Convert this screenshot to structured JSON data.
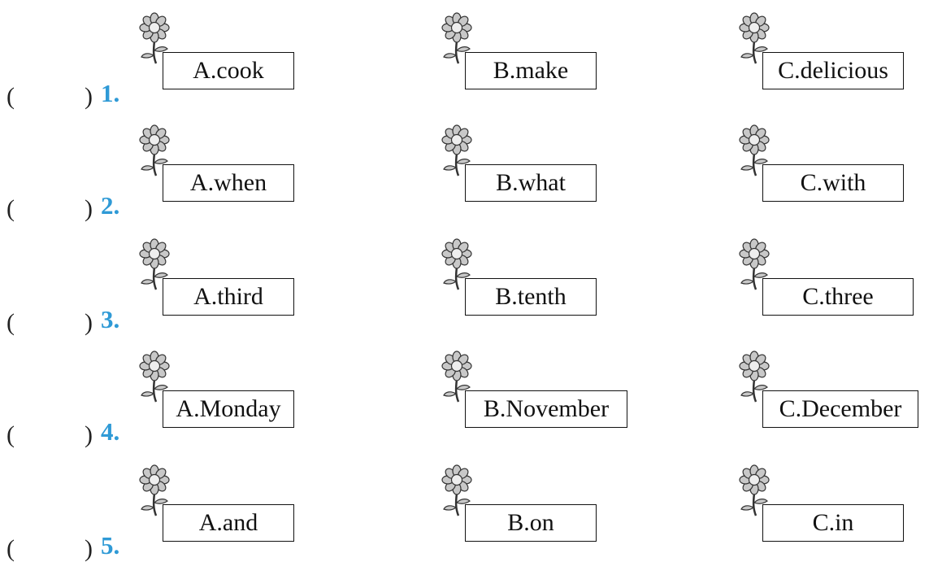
{
  "colors": {
    "number_blue": "#2f9ad6",
    "text": "#111111",
    "flower_fill": "#c8c8c8",
    "flower_stroke": "#333333"
  },
  "questions": [
    {
      "number": "1.",
      "paren_open": "(",
      "paren_close": ")",
      "options": [
        "A.cook",
        "B.make",
        "C.delicious"
      ]
    },
    {
      "number": "2.",
      "paren_open": "(",
      "paren_close": ")",
      "options": [
        "A.when",
        "B.what",
        "C.with"
      ]
    },
    {
      "number": "3.",
      "paren_open": "(",
      "paren_close": ")",
      "options": [
        "A.third",
        "B.tenth",
        "C.three"
      ]
    },
    {
      "number": "4.",
      "paren_open": "(",
      "paren_close": ")",
      "options": [
        "A.Monday",
        "B.November",
        "C.December"
      ]
    },
    {
      "number": "5.",
      "paren_open": "(",
      "paren_close": ")",
      "options": [
        "A.and",
        "B.on",
        "C.in"
      ]
    }
  ]
}
